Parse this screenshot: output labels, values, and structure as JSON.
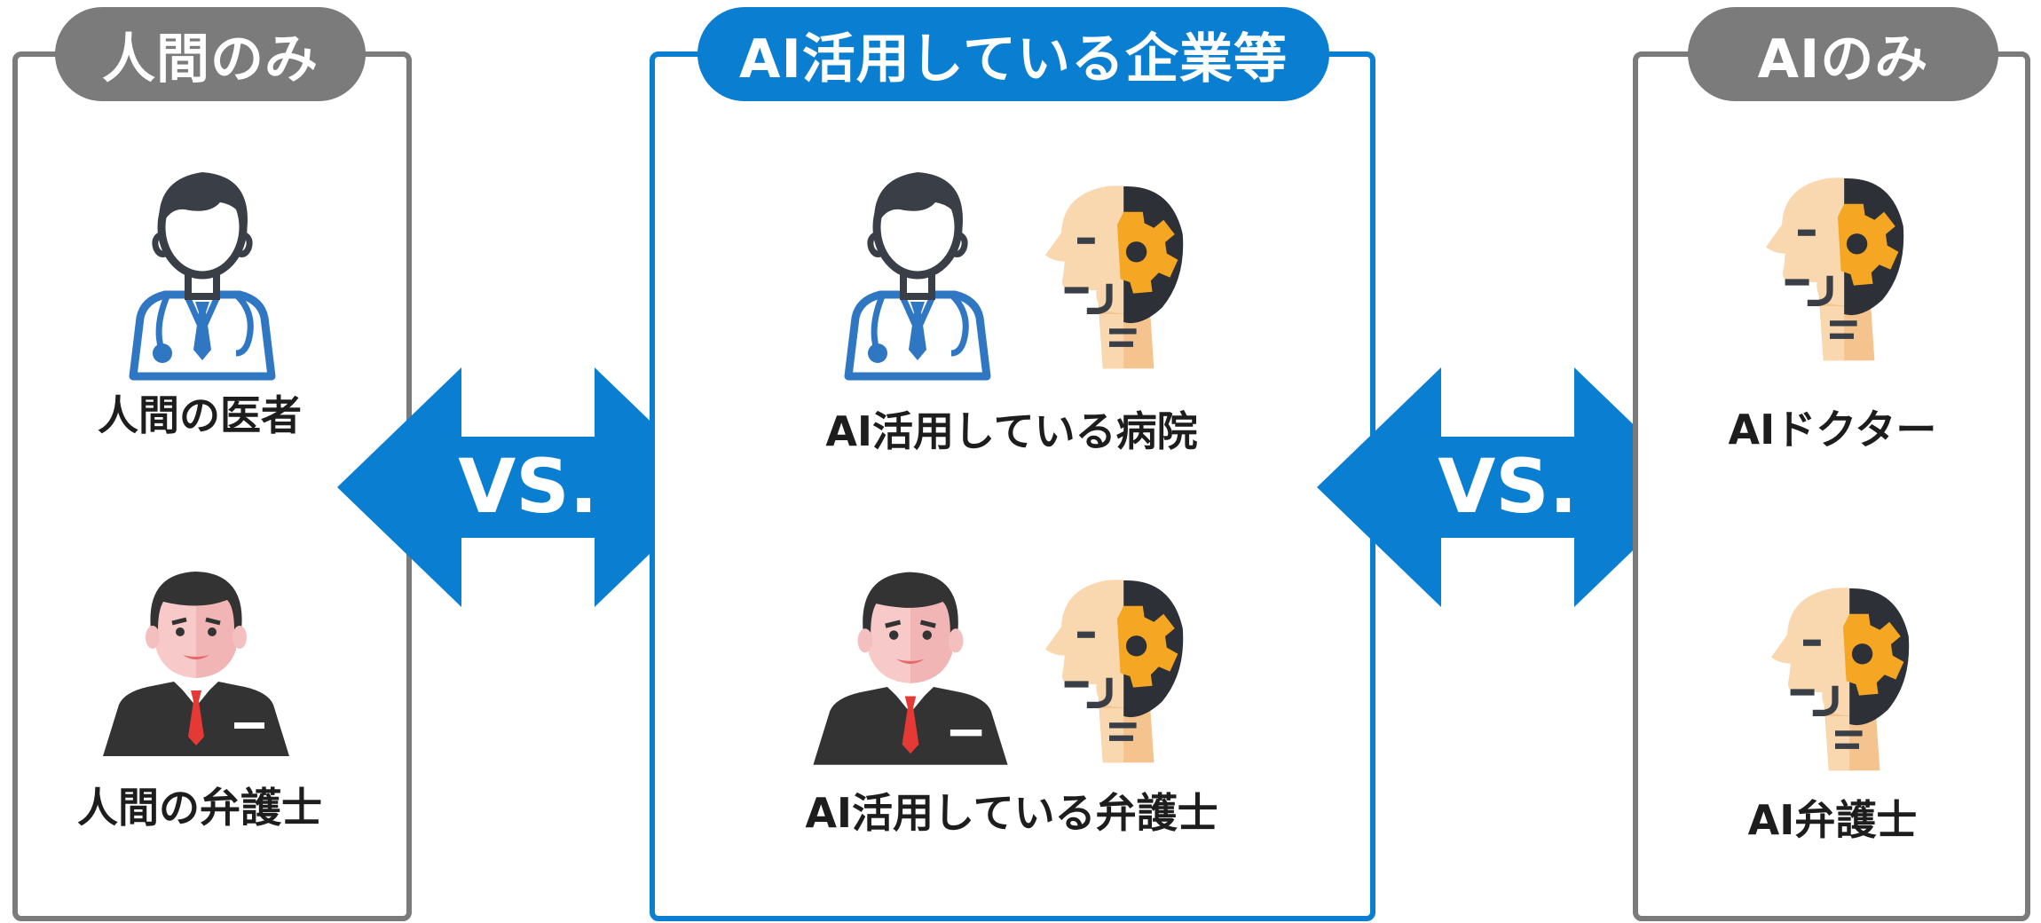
{
  "colors": {
    "accent": "#0a7ed1",
    "neutral": "#7b7b7b",
    "text": "#1d1d1d"
  },
  "left": {
    "title": "人間のみ",
    "doctor_label": "人間の医者",
    "lawyer_label": "人間の弁護士"
  },
  "center": {
    "title": "AI活用している企業等",
    "hospital_label": "AI活用している病院",
    "lawyer_label": "AI活用している弁護士"
  },
  "right": {
    "title": "AIのみ",
    "doctor_label": "AIドクター",
    "lawyer_label": "AI弁護士"
  },
  "comparisons": {
    "left_vs": "VS.",
    "right_vs": "VS."
  }
}
